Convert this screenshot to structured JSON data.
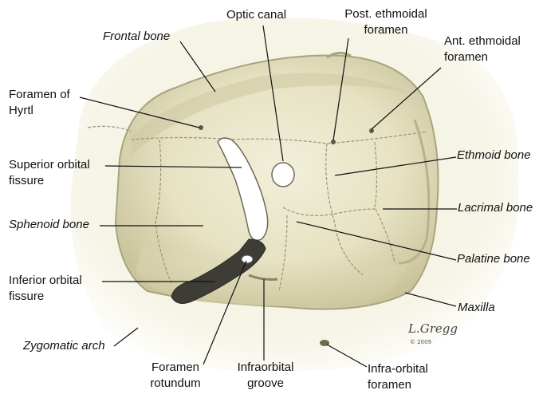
{
  "labels": {
    "optic_canal": "Optic canal",
    "post_ethmoidal": [
      "Post. ethmoidal",
      "foramen"
    ],
    "frontal_bone": "Frontal bone",
    "ant_ethmoidal": [
      "Ant. ethmoidal",
      "foramen"
    ],
    "foramen_hyrtl": [
      "Foramen of",
      "Hyrtl"
    ],
    "ethmoid_bone": "Ethmoid bone",
    "superior_orbital_fissure": [
      "Superior orbital",
      "fissure"
    ],
    "lacrimal_bone": "Lacrimal bone",
    "sphenoid_bone": "Sphenoid  bone",
    "palatine_bone": "Palatine bone",
    "inferior_orbital_fissure": [
      "Inferior orbital",
      "fissure"
    ],
    "maxilla": "Maxilla",
    "zygomatic_arch": "Zygomatic arch",
    "foramen_rotundum": [
      "Foramen",
      "rotundum"
    ],
    "infraorbital_groove": [
      "Infraorbital",
      "groove"
    ],
    "infra_orbital_foramen": [
      "Infra-orbital",
      "foramen"
    ]
  },
  "signature": {
    "name": "L.Gregg",
    "year": "© 2009"
  },
  "colors": {
    "bone_light": "#f7f4e4",
    "bone_mid": "#e9e6c8",
    "bone_wall": "#d9d5ad",
    "rim_shadow": "#8f8a6c",
    "fissure_dark": "#3d3d36",
    "leader_line": "#111111"
  }
}
